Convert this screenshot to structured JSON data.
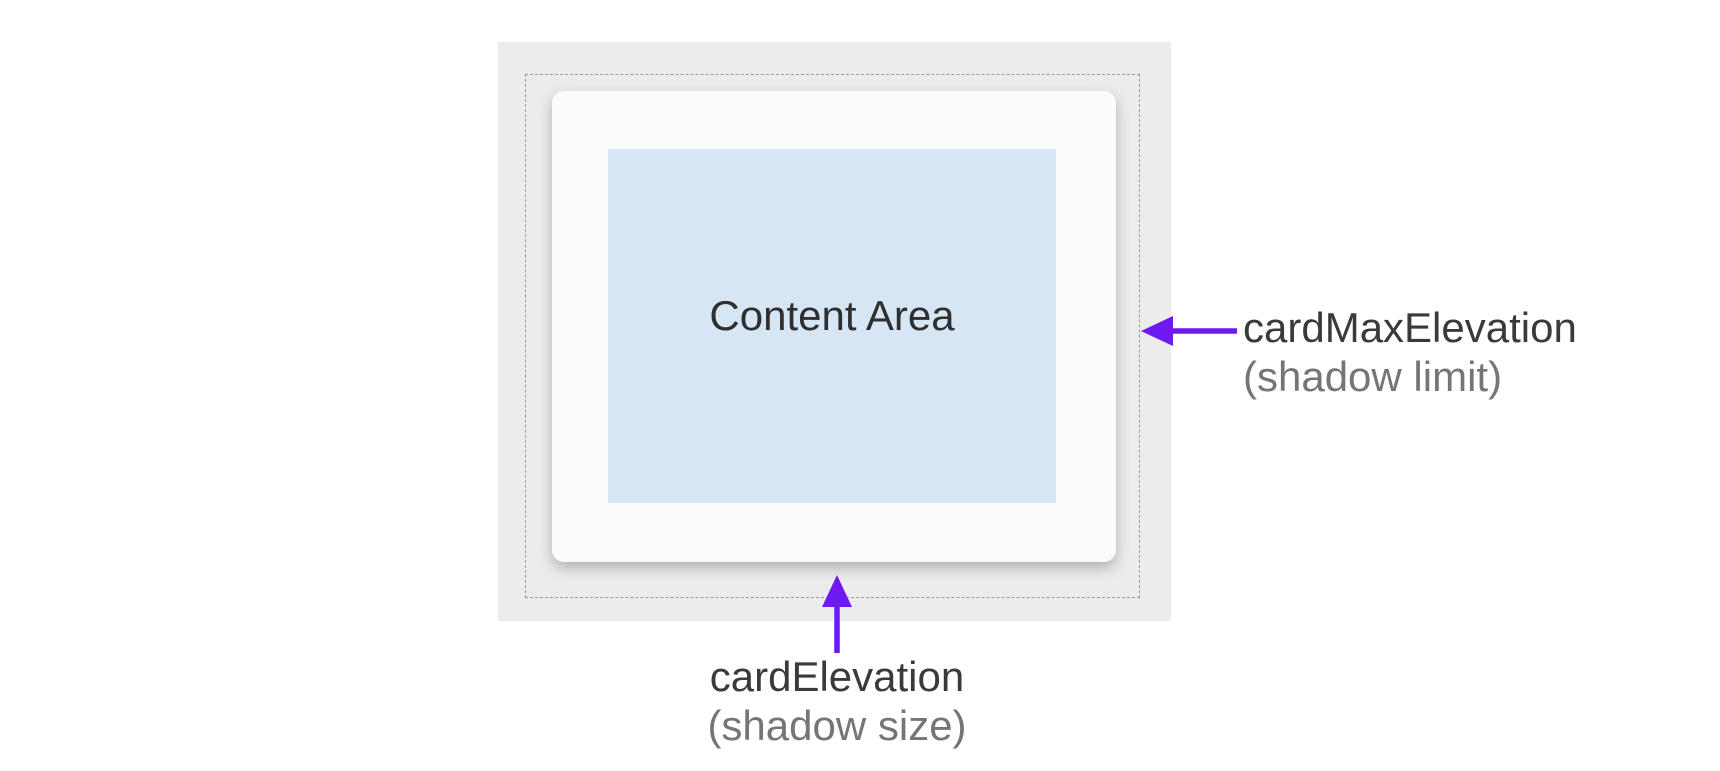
{
  "colors": {
    "page-bg": "#ffffff",
    "panel-bg": "#ececec",
    "dashed-border": "#9b9b9b",
    "card-bg": "#fbfbfb",
    "content-bg": "#d6e6f5",
    "content-text": "#2f2f2f",
    "label-dark": "#3a3a3a",
    "label-muted": "#757575",
    "accent": "#6e19f2"
  },
  "diagram": {
    "content_label": "Content Area",
    "annotations": {
      "max_elevation": {
        "title": "cardMaxElevation",
        "subtitle": "(shadow limit)"
      },
      "elevation": {
        "title": "cardElevation",
        "subtitle": "(shadow size)"
      }
    }
  }
}
